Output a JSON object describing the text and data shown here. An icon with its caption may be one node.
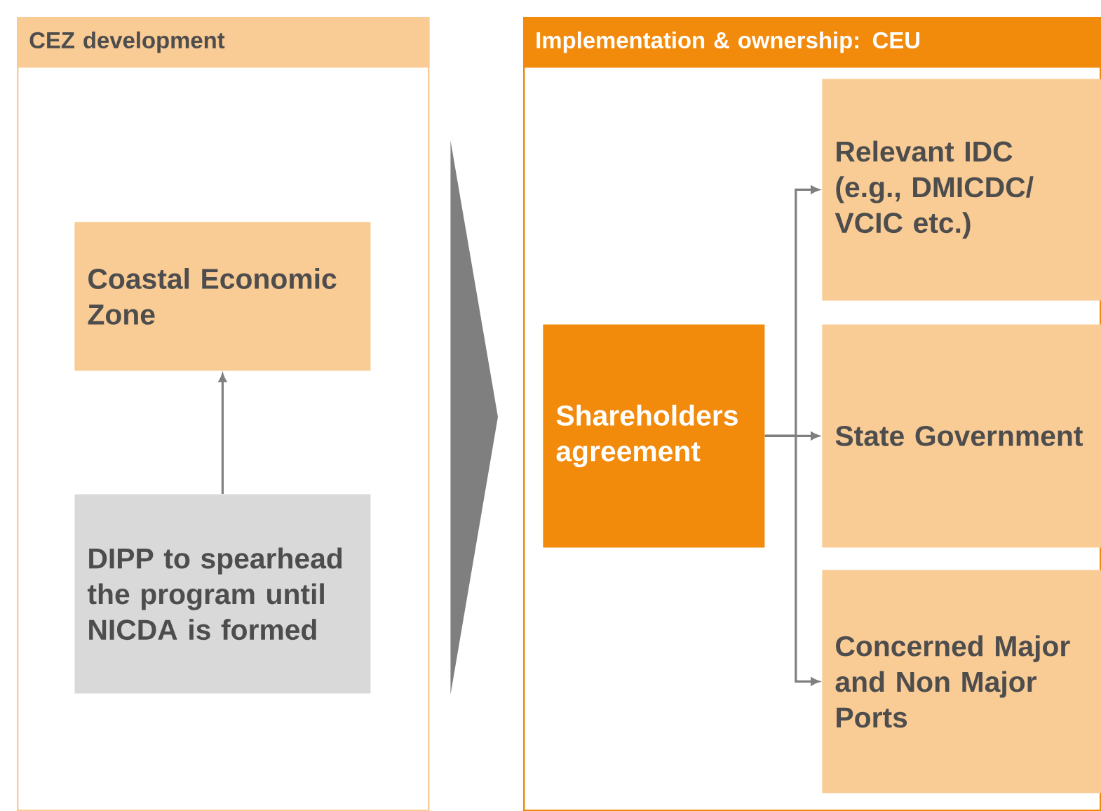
{
  "diagram": {
    "nodes": [
      {
        "text": [
          "CEZ development"
        ]
      },
      {
        "text": [
          "Coastal Economic Zone"
        ],
        "in": 0
      },
      {
        "text": [
          "DIPP to spearhead the program until NICDA is formed"
        ],
        "in": 0
      },
      {
        "text": [
          "Implementation & ownership: CEU"
        ]
      },
      {
        "text": [
          "Shareholders agreement"
        ],
        "in": 3
      },
      {
        "text": [
          "Relevant IDC (e.g., DMICDC/ VCIC etc.)"
        ],
        "in": 3
      },
      {
        "text": [
          "State Government"
        ],
        "in": 3
      },
      {
        "text": [
          "Concerned Major and Non Major Ports"
        ],
        "in": 3
      }
    ],
    "edges": [
      {
        "from": 0,
        "to": 3,
        "arrow": "to",
        "style": "thick"
      },
      {
        "from": 2,
        "to": 1,
        "arrow": "to"
      },
      {
        "from": 4,
        "to": 5,
        "arrow": "to"
      },
      {
        "from": 4,
        "to": 6,
        "arrow": "to"
      },
      {
        "from": 4,
        "to": 7,
        "arrow": "to"
      }
    ]
  }
}
